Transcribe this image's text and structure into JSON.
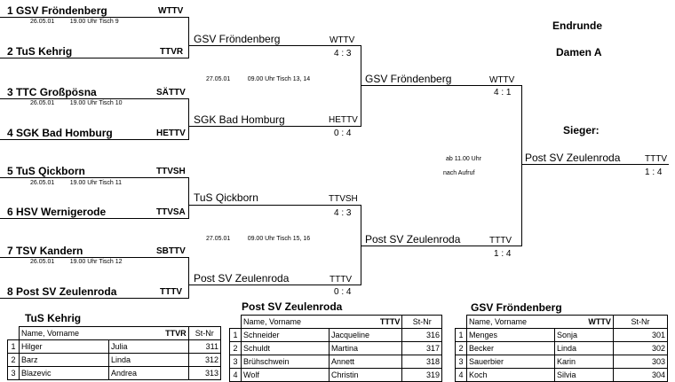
{
  "header": {
    "round": "Endrunde",
    "category": "Damen A",
    "winner_label": "Sieger:"
  },
  "first_round": [
    {
      "seed": "1",
      "team": "GSV Fröndenberg",
      "assoc": "WTTV"
    },
    {
      "seed": "2",
      "team": "TuS Kehrig",
      "assoc": "TTVR"
    },
    {
      "seed": "3",
      "team": "TTC Großpösna",
      "assoc": "SÄTTV"
    },
    {
      "seed": "4",
      "team": "SGK Bad Homburg",
      "assoc": "HETTV"
    },
    {
      "seed": "5",
      "team": "TuS Qickborn",
      "assoc": "TTVSH"
    },
    {
      "seed": "6",
      "team": "HSV Wernigerode",
      "assoc": "TTVSA"
    },
    {
      "seed": "7",
      "team": "TSV Kandern",
      "assoc": "SBTTV"
    },
    {
      "seed": "8",
      "team": "Post SV Zeulenroda",
      "assoc": "TTTV"
    }
  ],
  "first_round_schedule": [
    {
      "date": "26.05.01",
      "time": "19.00 Uhr",
      "table": "Tisch 9"
    },
    {
      "date": "26.05.01",
      "time": "19.00 Uhr",
      "table": "Tisch 10"
    },
    {
      "date": "26.05.01",
      "time": "19.00 Uhr",
      "table": "Tisch 11"
    },
    {
      "date": "26.05.01",
      "time": "19.00 Uhr",
      "table": "Tisch 12"
    }
  ],
  "quarter_winners": [
    {
      "team": "GSV Fröndenberg",
      "assoc": "WTTV",
      "score": "4 : 3"
    },
    {
      "team": "SGK Bad Homburg",
      "assoc": "HETTV",
      "score": "0 : 4"
    },
    {
      "team": "TuS Qickborn",
      "assoc": "TTVSH",
      "score": "4 : 3"
    },
    {
      "team": "Post SV Zeulenroda",
      "assoc": "TTTV",
      "score": "0 : 4"
    }
  ],
  "semi_schedule": [
    {
      "date": "27.05.01",
      "time": "09.00 Uhr",
      "table": "Tisch 13, 14"
    },
    {
      "date": "27.05.01",
      "time": "09.00 Uhr",
      "table": "Tisch 15, 16"
    }
  ],
  "semi_winners": [
    {
      "team": "GSV Fröndenberg",
      "assoc": "WTTV",
      "score": "4 : 1"
    },
    {
      "team": "Post SV Zeulenroda",
      "assoc": "TTTV",
      "score": "1 : 4"
    }
  ],
  "final_schedule": {
    "time": "ab 11.00 Uhr",
    "note": "nach Aufruf"
  },
  "champion": {
    "team": "Post SV Zeulenroda",
    "assoc": "TTTV",
    "score": "1 : 4"
  },
  "rosters": [
    {
      "title": "TuS Kehrig",
      "col_name": "Name, Vorname",
      "assoc": "TTVR",
      "col_nr": "St-Nr",
      "rows": [
        {
          "n": "1",
          "last": "Hilger",
          "first": "Julia",
          "nr": "311"
        },
        {
          "n": "2",
          "last": "Barz",
          "first": "Linda",
          "nr": "312"
        },
        {
          "n": "3",
          "last": "Blazevic",
          "first": "Andrea",
          "nr": "313"
        }
      ]
    },
    {
      "title": "Post SV Zeulenroda",
      "col_name": "Name, Vorname",
      "assoc": "TTTV",
      "col_nr": "St-Nr",
      "rows": [
        {
          "n": "1",
          "last": "Schneider",
          "first": "Jacqueline",
          "nr": "316"
        },
        {
          "n": "2",
          "last": "Schuldt",
          "first": "Martina",
          "nr": "317"
        },
        {
          "n": "3",
          "last": "Brühschwein",
          "first": "Annett",
          "nr": "318"
        },
        {
          "n": "4",
          "last": "Wolf",
          "first": "Christin",
          "nr": "319"
        }
      ]
    },
    {
      "title": "GSV Fröndenberg",
      "col_name": "Name, Vorname",
      "assoc": "WTTV",
      "col_nr": "St-Nr",
      "rows": [
        {
          "n": "1",
          "last": "Menges",
          "first": "Sonja",
          "nr": "301"
        },
        {
          "n": "2",
          "last": "Becker",
          "first": "Linda",
          "nr": "302"
        },
        {
          "n": "3",
          "last": "Sauerbier",
          "first": "Karin",
          "nr": "303"
        },
        {
          "n": "4",
          "last": "Koch",
          "first": "Silvia",
          "nr": "304"
        }
      ]
    }
  ]
}
